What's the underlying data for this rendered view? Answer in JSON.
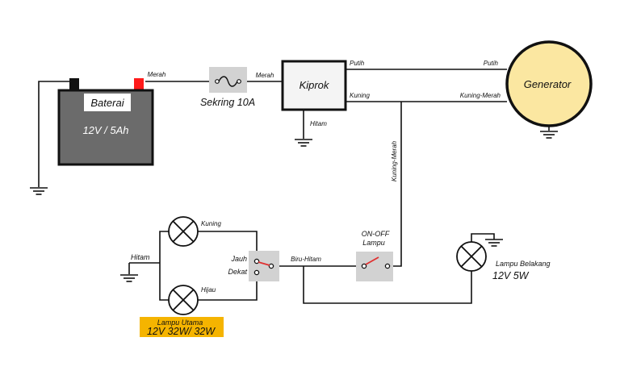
{
  "battery": {
    "name": "Baterai",
    "rating": "12V / 5Ah"
  },
  "fuse": {
    "label": "Sekring 10A"
  },
  "regulator": {
    "label": "Kiprok"
  },
  "generator": {
    "label": "Generator"
  },
  "wires": {
    "battery_fuse": "Merah",
    "fuse_regulator": "Merah",
    "reg_gen_top_left": "Putih",
    "reg_gen_top_right": "Putih",
    "reg_gen_bottom_left": "Kuning",
    "reg_gen_bottom_right": "Kuning-Merah",
    "regulator_ground": "Hitam",
    "vertical_feed": "Kuning-Merah",
    "switch_link": "Biru-Hitam",
    "lamp_top": "Kuning",
    "lamp_bottom": "Hijau",
    "lamp_ground": "Hitam"
  },
  "onoff_switch": {
    "line1": "ON-OFF",
    "line2": "Lampu"
  },
  "dimmer_switch": {
    "far": "Jauh",
    "near": "Dekat"
  },
  "headlamp": {
    "line1": "Lampu Utama",
    "line2": "12V 32W/ 32W",
    "badge_color": "#f5b400"
  },
  "tail_lamp": {
    "line1": "Lampu Belakang",
    "line2": "12V 5W"
  },
  "colors": {
    "battery_body": "#6b6b6b",
    "positive_terminal": "#ff1a1a",
    "generator_fill": "#fbe7a1",
    "switch_box": "#d2d2d2",
    "switch_blade": "#e03030"
  }
}
